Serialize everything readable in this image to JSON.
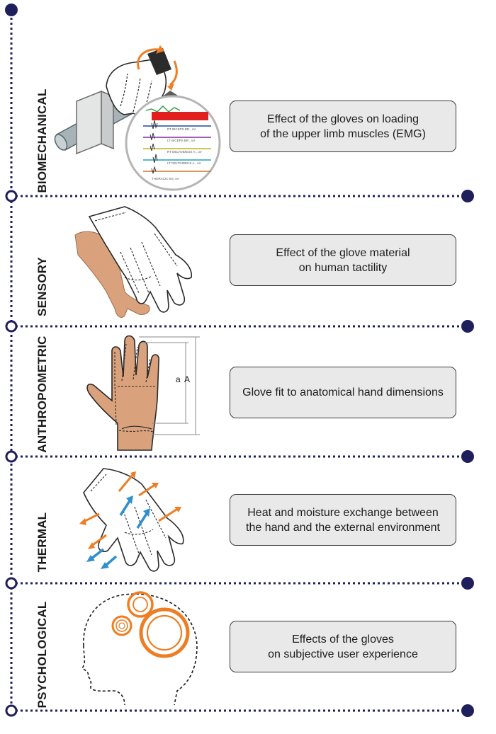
{
  "sections": [
    {
      "label": "BIOMECHANICAL",
      "description": "Effect of the gloves on loading\nof the upper limb muscles (EMG)"
    },
    {
      "label": "SENSORY",
      "description": "Effect of the glove material\non human tactility"
    },
    {
      "label": "ANTHROPOMETRIC",
      "description": "Glove fit to anatomical hand dimensions"
    },
    {
      "label": "THERMAL",
      "description": "Heat and moisture exchange between\nthe hand and the external environment"
    },
    {
      "label": "PSYCHOLOGICAL",
      "description": "Effects of the gloves\non subjective user experience"
    }
  ],
  "dimension_labels": {
    "small": "a",
    "large": "A"
  },
  "emg_channel_labels": [
    "RT BICEPS BR., uV",
    "LT BICEPS BR., uV",
    "RT DELTOIDEUS A., uV",
    "LT DELTOIDEUS A., uV",
    "THORACIC ES, uV"
  ],
  "colors": {
    "navy": "#1f1f5c",
    "orange": "#ee7d23",
    "blue": "#2f8fcf",
    "skin": "#d9a27c",
    "box_fill": "#e9e9e9"
  }
}
